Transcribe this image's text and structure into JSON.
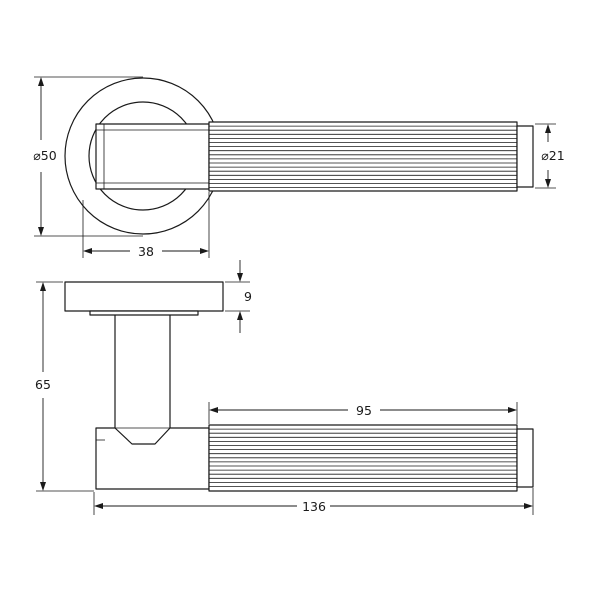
{
  "dimensions": {
    "rose_diameter": "⌀50",
    "rose_to_grip": "38",
    "grip_diameter": "⌀21",
    "rose_thickness": "9",
    "projection": "65",
    "grip_length": "95",
    "overall_length": "136"
  }
}
